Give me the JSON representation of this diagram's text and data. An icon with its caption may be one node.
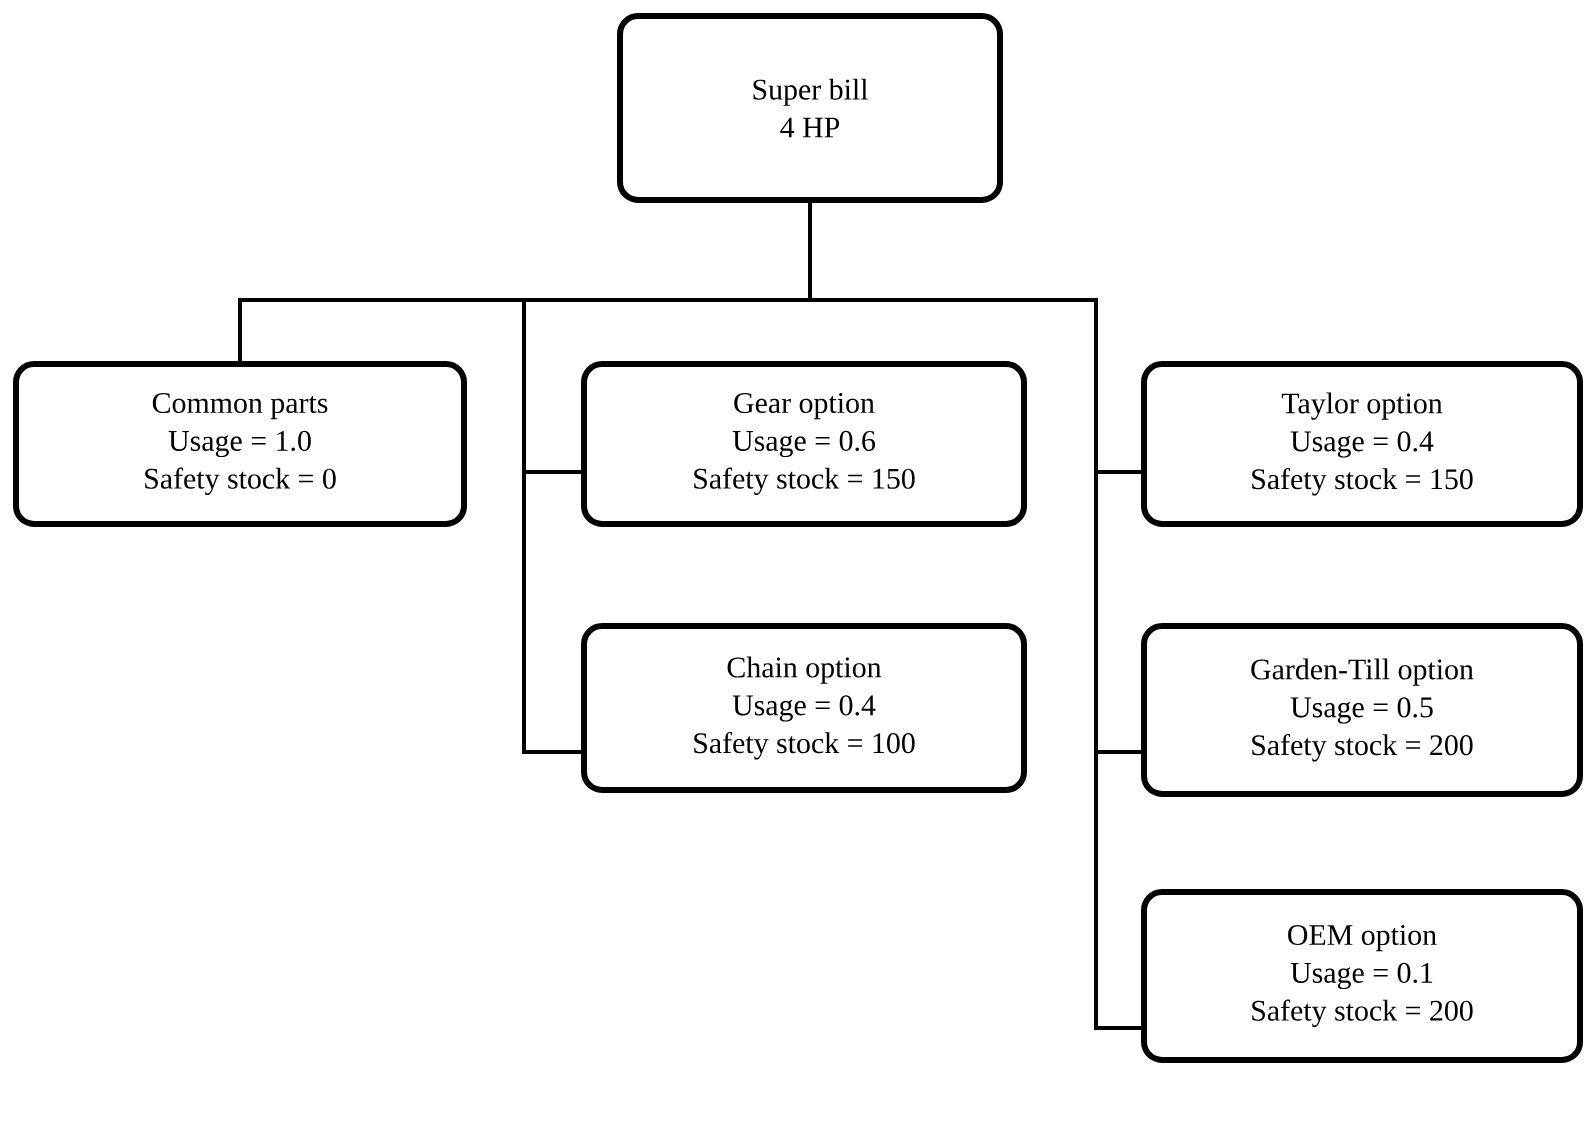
{
  "diagram": {
    "nodes": [
      {
        "text": [
          "Super bill",
          "4 HP"
        ]
      },
      {
        "text": [
          "Common parts",
          "Usage = 1.0",
          "Safety stock = 0"
        ]
      },
      {
        "text": [
          "Gear option",
          "Usage = 0.6",
          "Safety stock = 150"
        ]
      },
      {
        "text": [
          "Chain option",
          "Usage = 0.4",
          "Safety stock = 100"
        ]
      },
      {
        "text": [
          "Taylor option",
          "Usage = 0.4",
          "Safety stock = 150"
        ]
      },
      {
        "text": [
          "Garden-Till option",
          "Usage = 0.5",
          "Safety stock = 200"
        ]
      },
      {
        "text": [
          "OEM option",
          "Usage = 0.1",
          "Safety stock = 200"
        ]
      }
    ],
    "edges": [
      {
        "from": 0,
        "to": 1,
        "arrow": "none"
      },
      {
        "from": 0,
        "to": 2,
        "arrow": "none"
      },
      {
        "from": 0,
        "to": 3,
        "arrow": "none"
      },
      {
        "from": 0,
        "to": 4,
        "arrow": "none"
      },
      {
        "from": 0,
        "to": 5,
        "arrow": "none"
      },
      {
        "from": 0,
        "to": 6,
        "arrow": "none"
      }
    ]
  }
}
